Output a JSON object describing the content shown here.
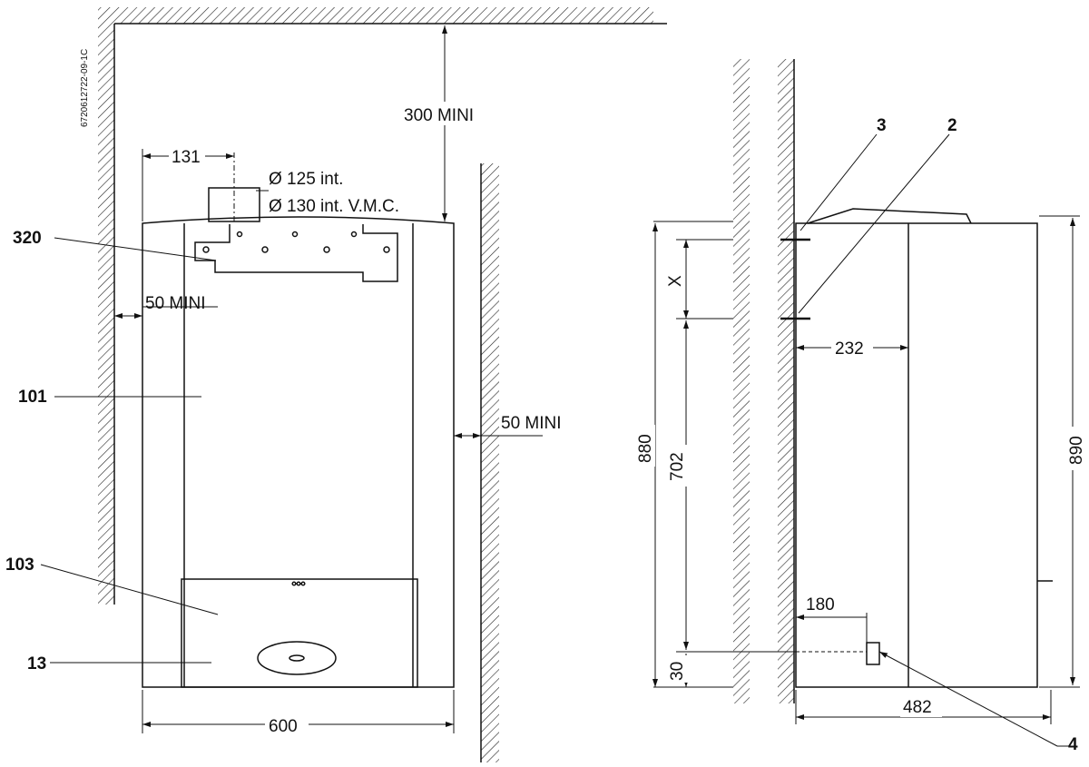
{
  "doc_code": "6720612722-09-1C",
  "front_view": {
    "clearance_top": "300 MINI",
    "clearance_left": "50 MINI",
    "clearance_right": "50 MINI",
    "flue_offset": "131",
    "flue_diameter_1": "Ø 125 int.",
    "flue_diameter_2": "Ø 130 int. V.M.C.",
    "width": "600",
    "callouts": [
      "320",
      "101",
      "103",
      "13"
    ]
  },
  "side_view": {
    "dim_x": "X",
    "depth_bracket": "232",
    "height_880": "880",
    "height_702": "702",
    "height_890": "890",
    "offset_180": "180",
    "offset_30": "30",
    "depth_total": "482",
    "callouts": [
      "3",
      "2",
      "4"
    ]
  }
}
